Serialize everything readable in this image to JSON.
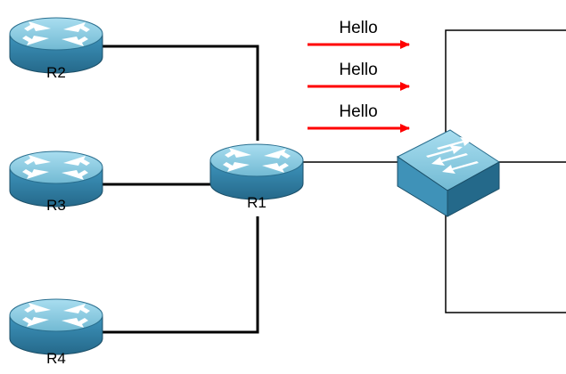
{
  "routers": [
    {
      "id": "r2",
      "label": "R2",
      "icon": "router-icon"
    },
    {
      "id": "r3",
      "label": "R3",
      "icon": "router-icon"
    },
    {
      "id": "r4",
      "label": "R4",
      "icon": "router-icon"
    },
    {
      "id": "r1",
      "label": "R1",
      "icon": "router-icon"
    }
  ],
  "switch": {
    "icon": "switch-icon"
  },
  "hello_messages": [
    "Hello",
    "Hello",
    "Hello"
  ],
  "colors": {
    "device_top": "#8ed0e4",
    "device_side": "#2f7ea3",
    "device_edge": "#1b4f68",
    "arrow": "#ff0000",
    "link": "#000000"
  }
}
